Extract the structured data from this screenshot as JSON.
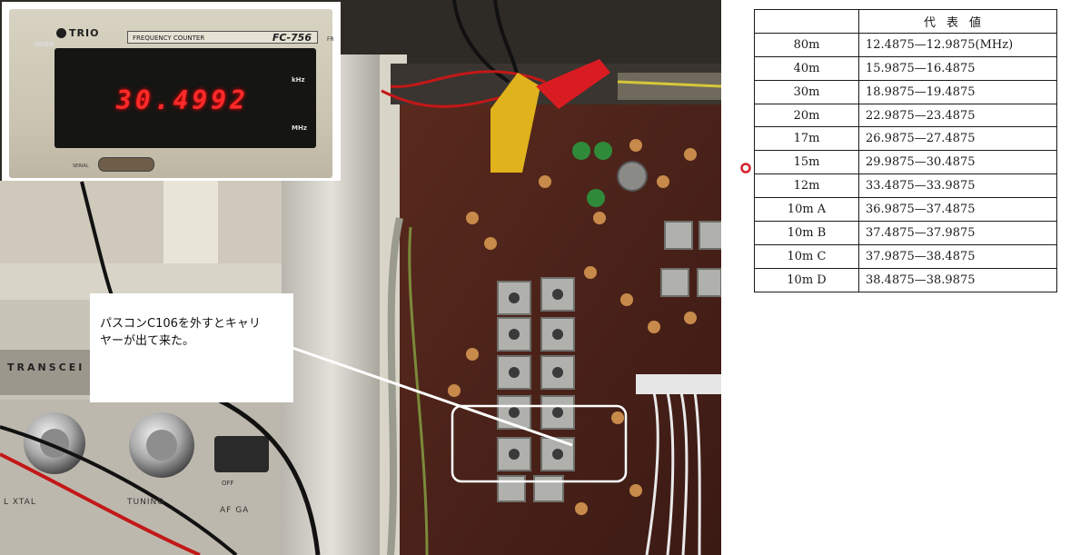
{
  "counter": {
    "brand": "TRIO",
    "label": "FREQUENCY COUNTER",
    "model": "FC-756",
    "reading": "30.4992",
    "over_label": "OVER",
    "khz_label": "kHz",
    "mhz_label": "MHz",
    "serial_label": "SERIAL",
    "side_text": "FR"
  },
  "transceiver": {
    "label": "TRANSCEI",
    "xtal_label": "L  XTAL",
    "tuning_label": "TUNING",
    "af_gain_label": "AF GA",
    "off_label": "OFF"
  },
  "callout": {
    "line1": "パスコンC106を外すとキャリ",
    "line2": "ヤーが出て来た。"
  },
  "table": {
    "header": [
      "",
      "代表値"
    ],
    "rows": [
      {
        "band": "80m",
        "range": "12.4875—12.9875(MHz)"
      },
      {
        "band": "40m",
        "range": "15.9875—16.4875"
      },
      {
        "band": "30m",
        "range": "18.9875—19.4875"
      },
      {
        "band": "20m",
        "range": "22.9875—23.4875"
      },
      {
        "band": "17m",
        "range": "26.9875—27.4875"
      },
      {
        "band": "15m",
        "range": "29.9875—30.4875"
      },
      {
        "band": "12m",
        "range": "33.4875—33.9875"
      },
      {
        "band": "10m A",
        "range": "36.9875—37.4875"
      },
      {
        "band": "10m B",
        "range": "37.4875—37.9875"
      },
      {
        "band": "10m C",
        "range": "37.9875—38.4875"
      },
      {
        "band": "10m D",
        "range": "38.4875—38.9875"
      }
    ],
    "marker_color": "#d2232a"
  }
}
